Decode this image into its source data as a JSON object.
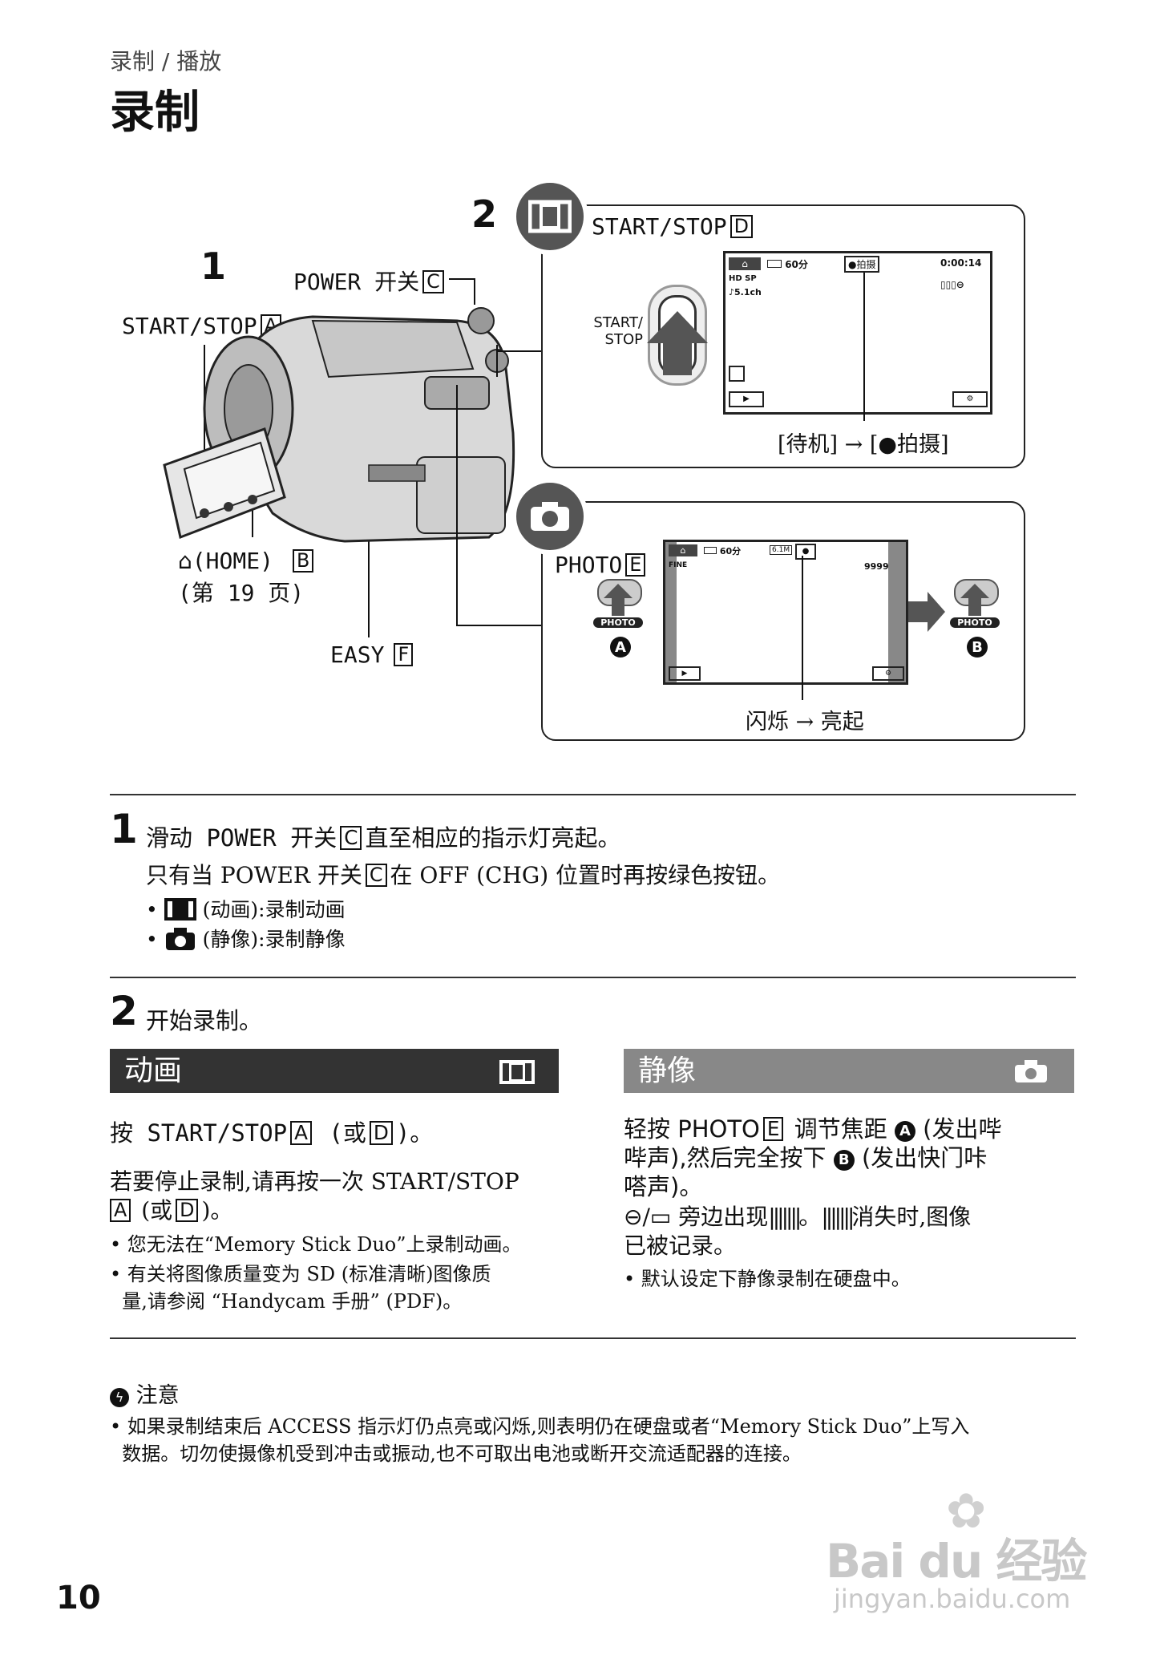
{
  "header": {
    "breadcrumb": "录制 / 播放",
    "title": "录制"
  },
  "diagram": {
    "step1_num": "1",
    "step2_num": "2",
    "power_label": "POWER 开关",
    "power_key": "C",
    "startstop_a_label": "START/STOP",
    "startstop_a_key": "A",
    "home_label": "(HOME)",
    "home_key": "B",
    "home_page": "(第 19 页)",
    "easy_label": "EASY",
    "easy_key": "F",
    "movie_panel": {
      "startstop_label": "START/STOP",
      "startstop_key": "D",
      "button_label_1": "START/",
      "button_label_2": "STOP",
      "lcd_battery": "60分",
      "lcd_status": "●拍摄",
      "lcd_time": "0:00:14",
      "lcd_quality": "HD SP",
      "lcd_audio": "♪5.1ch",
      "caption": "[待机] → [●拍摄]"
    },
    "photo_panel": {
      "photo_label": "PHOTO",
      "photo_key": "E",
      "btn_text": "PHOTO",
      "marker_a": "A",
      "marker_b": "B",
      "lcd_battery": "60分",
      "lcd_size": "6.1M",
      "lcd_fine": "FINE",
      "lcd_count": "9999",
      "caption": "闪烁 → 亮起"
    }
  },
  "step1": {
    "num": "1",
    "heading_pre": "滑动 POWER 开关",
    "heading_key": "C",
    "heading_post": "直至相应的指示灯亮起。",
    "desc_pre": "只有当 POWER 开关",
    "desc_key": "C",
    "desc_post": "在 OFF (CHG) 位置时再按绿色按钮。",
    "bullet_movie": "(动画):录制动画",
    "bullet_photo": "(静像):录制静像"
  },
  "step2": {
    "num": "2",
    "heading": "开始录制。"
  },
  "movie_col": {
    "title": "动画",
    "line_pre": "按 START/STOP",
    "line_key1": "A",
    "line_mid": "(或",
    "line_key2": "D",
    "line_post": ")。",
    "stop_pre": "若要停止录制,请再按一次 START/STOP",
    "stop_key1": "A",
    "stop_mid": "(或",
    "stop_key2": "D",
    "stop_post": ")。",
    "note1": "您无法在“Memory Stick Duo”上录制动画。",
    "note2a": "有关将图像质量变为 SD (标准清晰)图像质",
    "note2b": "量,请参阅 “Handycam 手册” (PDF)。"
  },
  "photo_col": {
    "title": "静像",
    "line1_pre": "轻按 PHOTO",
    "line1_key": "E",
    "line1_post": "调节焦距",
    "line1_end": "(发出哔",
    "line2": "哔声),然后完全按下",
    "line2_end": "(发出快门咔",
    "line3": "嗒声)。",
    "rec_line1": "旁边出现",
    "rec_line1_end": "消失时,图像",
    "rec_line2": "已被记录。",
    "note": "默认设定下静像录制在硬盘中。",
    "marker_a": "A",
    "marker_b": "B"
  },
  "caution": {
    "title": "注意",
    "line1": "如果录制结束后 ACCESS 指示灯仍点亮或闪烁,则表明仍在硬盘或者“Memory Stick Duo”上写入",
    "line2": "数据。切勿使摄像机受到冲击或振动,也不可取出电池或断开交流适配器的连接。"
  },
  "footer": {
    "page_number": "10",
    "watermark_brand": "Bai du 经验",
    "watermark_url": "jingyan.baidu.com"
  }
}
